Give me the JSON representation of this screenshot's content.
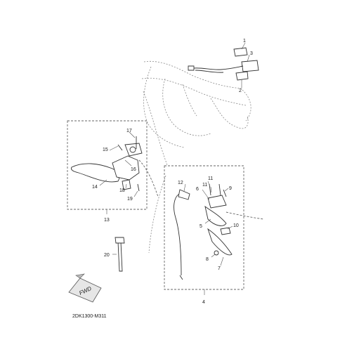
{
  "diagram": {
    "code": "2DK1300-M311",
    "fwd_label": "FWD",
    "callouts": {
      "c1": "1",
      "c2": "2",
      "c3": "3",
      "c4": "4",
      "c5": "5",
      "c6": "6",
      "c7": "7",
      "c8": "8",
      "c9": "9",
      "c10": "10",
      "c11a": "11",
      "c11b": "11",
      "c12": "12",
      "c13": "13",
      "c14": "14",
      "c15": "15",
      "c16": "16",
      "c17": "17",
      "c18": "18",
      "c19": "19",
      "c20": "20"
    }
  }
}
